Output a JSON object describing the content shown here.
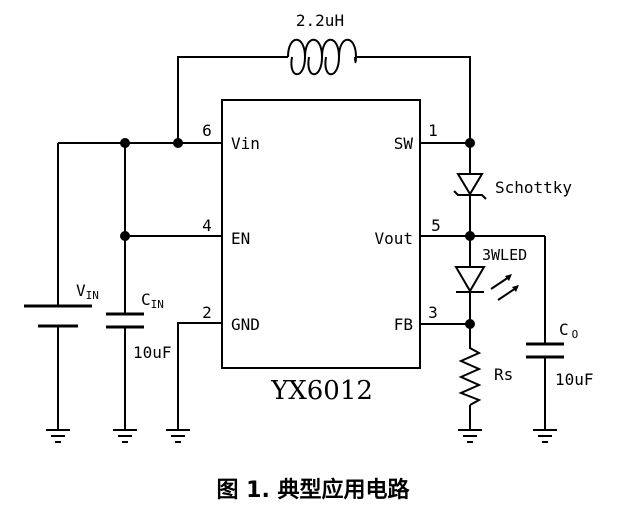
{
  "inductor_label": "2.2uH",
  "chip_name": "YX6012",
  "pins": {
    "vin_num": "6",
    "vin_name": "Vin",
    "en_num": "4",
    "en_name": "EN",
    "gnd_num": "2",
    "gnd_name": "GND",
    "sw_num": "1",
    "sw_name": "SW",
    "vout_num": "5",
    "vout_name": "Vout",
    "fb_num": "3",
    "fb_name": "FB"
  },
  "source": {
    "main": "V",
    "sub": "IN"
  },
  "cin": {
    "main": "C",
    "sub": "IN",
    "value": "10uF"
  },
  "co": {
    "main": "C",
    "sub": "O",
    "value": "10uF"
  },
  "diode_label": "Schottky",
  "led_label": "3WLED",
  "resistor_label": "Rs",
  "caption": "图 1. 典型应用电路"
}
